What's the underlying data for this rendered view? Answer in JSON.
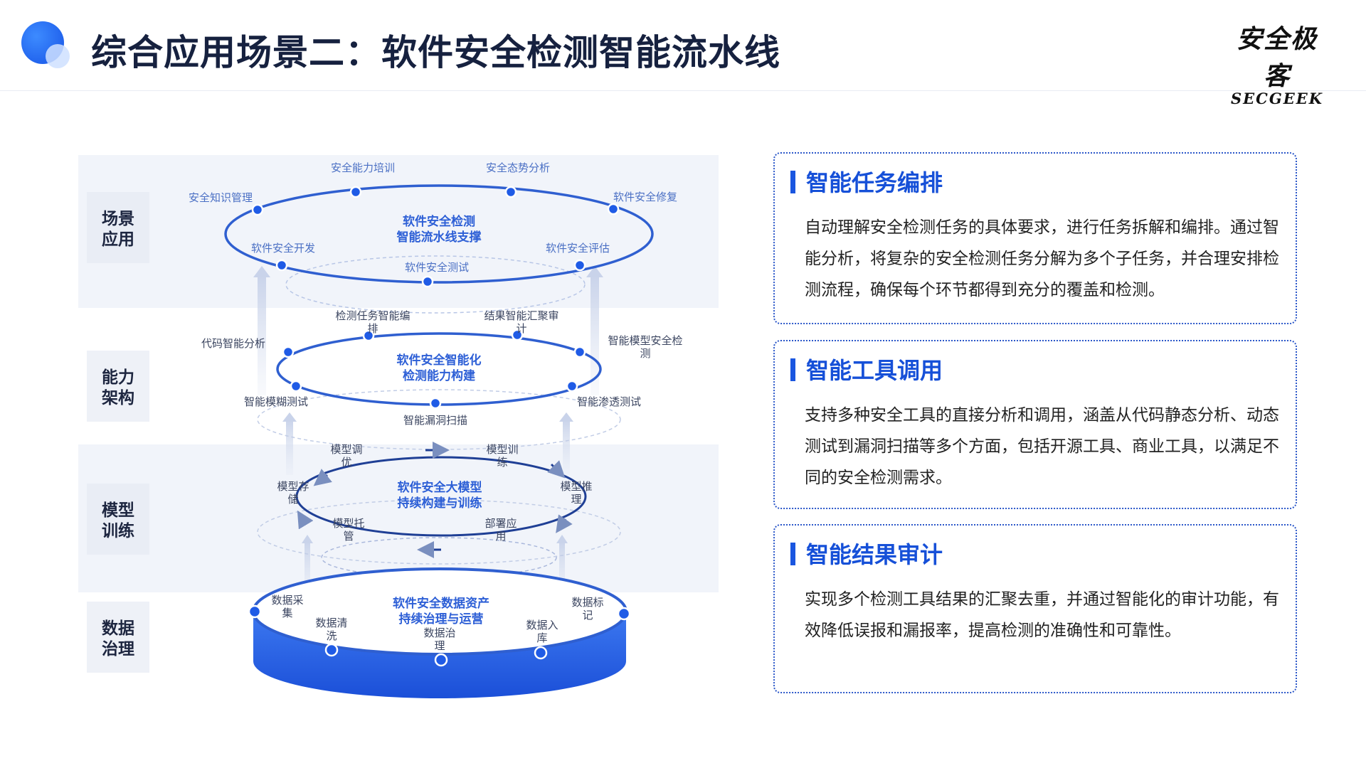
{
  "header": {
    "title": "综合应用场景二：软件安全检测智能流水线",
    "brand_cn": "安全极客",
    "brand_en": "SECGEEK"
  },
  "diagram": {
    "rows": [
      {
        "label": "场景\n应用"
      },
      {
        "label": "能力\n架构"
      },
      {
        "label": "模型\n训练"
      },
      {
        "label": "数据\n治理"
      }
    ],
    "scene": {
      "center": "软件安全检测\n智能流水线支撑",
      "nodes": [
        "安全能力培训",
        "安全态势分析",
        "安全知识管理",
        "软件安全修复",
        "软件安全开发",
        "软件安全评估",
        "软件安全测试"
      ]
    },
    "ability": {
      "center": "软件安全智能化\n检测能力构建",
      "nodes": [
        "检测任务智能编\n排",
        "结果智能汇聚审\n计",
        "代码智能分析",
        "智能模型安全检\n测",
        "智能模糊测试",
        "智能渗透测试",
        "智能漏洞扫描"
      ]
    },
    "model": {
      "center": "软件安全大模型\n持续构建与训练",
      "nodes": [
        "模型调\n优",
        "模型训\n练",
        "模型存\n储",
        "模型推\n理",
        "模型托\n管",
        "部署应\n用"
      ]
    },
    "data": {
      "center": "软件安全数据资产\n持续治理与运营",
      "nodes": [
        "数据采\n集",
        "数据标\n记",
        "数据清\n洗",
        "数据治\n理",
        "数据入\n库"
      ]
    }
  },
  "panels": [
    {
      "title": "智能任务编排",
      "body": "自动理解安全检测任务的具体要求，进行任务拆解和编排。通过智能分析，将复杂的安全检测任务分解为多个子任务，并合理安排检测流程，确保每个环节都得到充分的覆盖和检测。"
    },
    {
      "title": "智能工具调用",
      "body": "支持多种安全工具的直接分析和调用，涵盖从代码静态分析、动态测试到漏洞扫描等多个方面，包括开源工具、商业工具，以满足不同的安全检测需求。"
    },
    {
      "title": "智能结果审计",
      "body": "实现多个检测工具结果的汇聚去重，并通过智能化的审计功能，有效降低误报和漏报率，提高检测的准确性和可靠性。"
    }
  ],
  "colors": {
    "accent": "#1a56e0",
    "ring": "#2f5fd0",
    "band": "#f1f4fa",
    "label_box": "#eef1f7"
  }
}
